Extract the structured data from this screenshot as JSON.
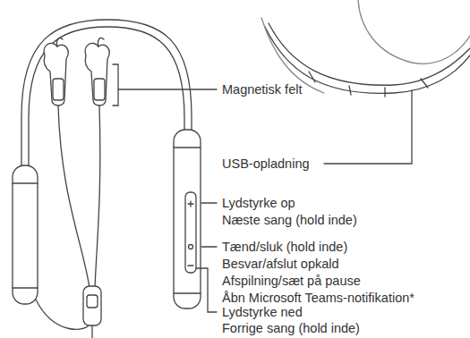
{
  "diagram": {
    "labels": [
      "Magnetisk felt",
      "USB-opladning",
      "Lydstyrke op",
      "Næste sang (hold inde)",
      "Tænd/sluk (hold inde)",
      "Besvar/afslut opkald",
      "Afspilning/sæt på pause",
      "Åbn Microsoft Teams-notifikation*",
      "Lydstyrke ned",
      "Forrige sang (hold inde)"
    ]
  }
}
